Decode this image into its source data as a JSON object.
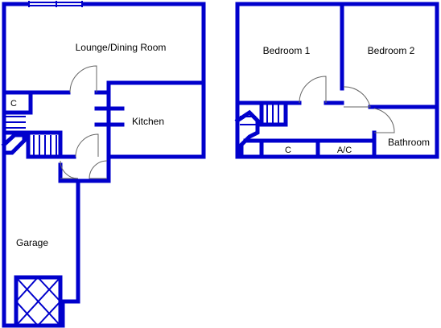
{
  "ground_floor": {
    "lounge_label": "Lounge/Dining Room",
    "kitchen_label": "Kitchen",
    "cupboard_label": "C",
    "garage_label": "Garage"
  },
  "first_floor": {
    "bedroom1_label": "Bedroom 1",
    "bedroom2_label": "Bedroom 2",
    "bathroom_label": "Bathroom",
    "cupboard_label": "C",
    "ac_label": "A/C"
  },
  "colors": {
    "wall": "#0000cc",
    "door": "#666666",
    "background": "#ffffff"
  }
}
